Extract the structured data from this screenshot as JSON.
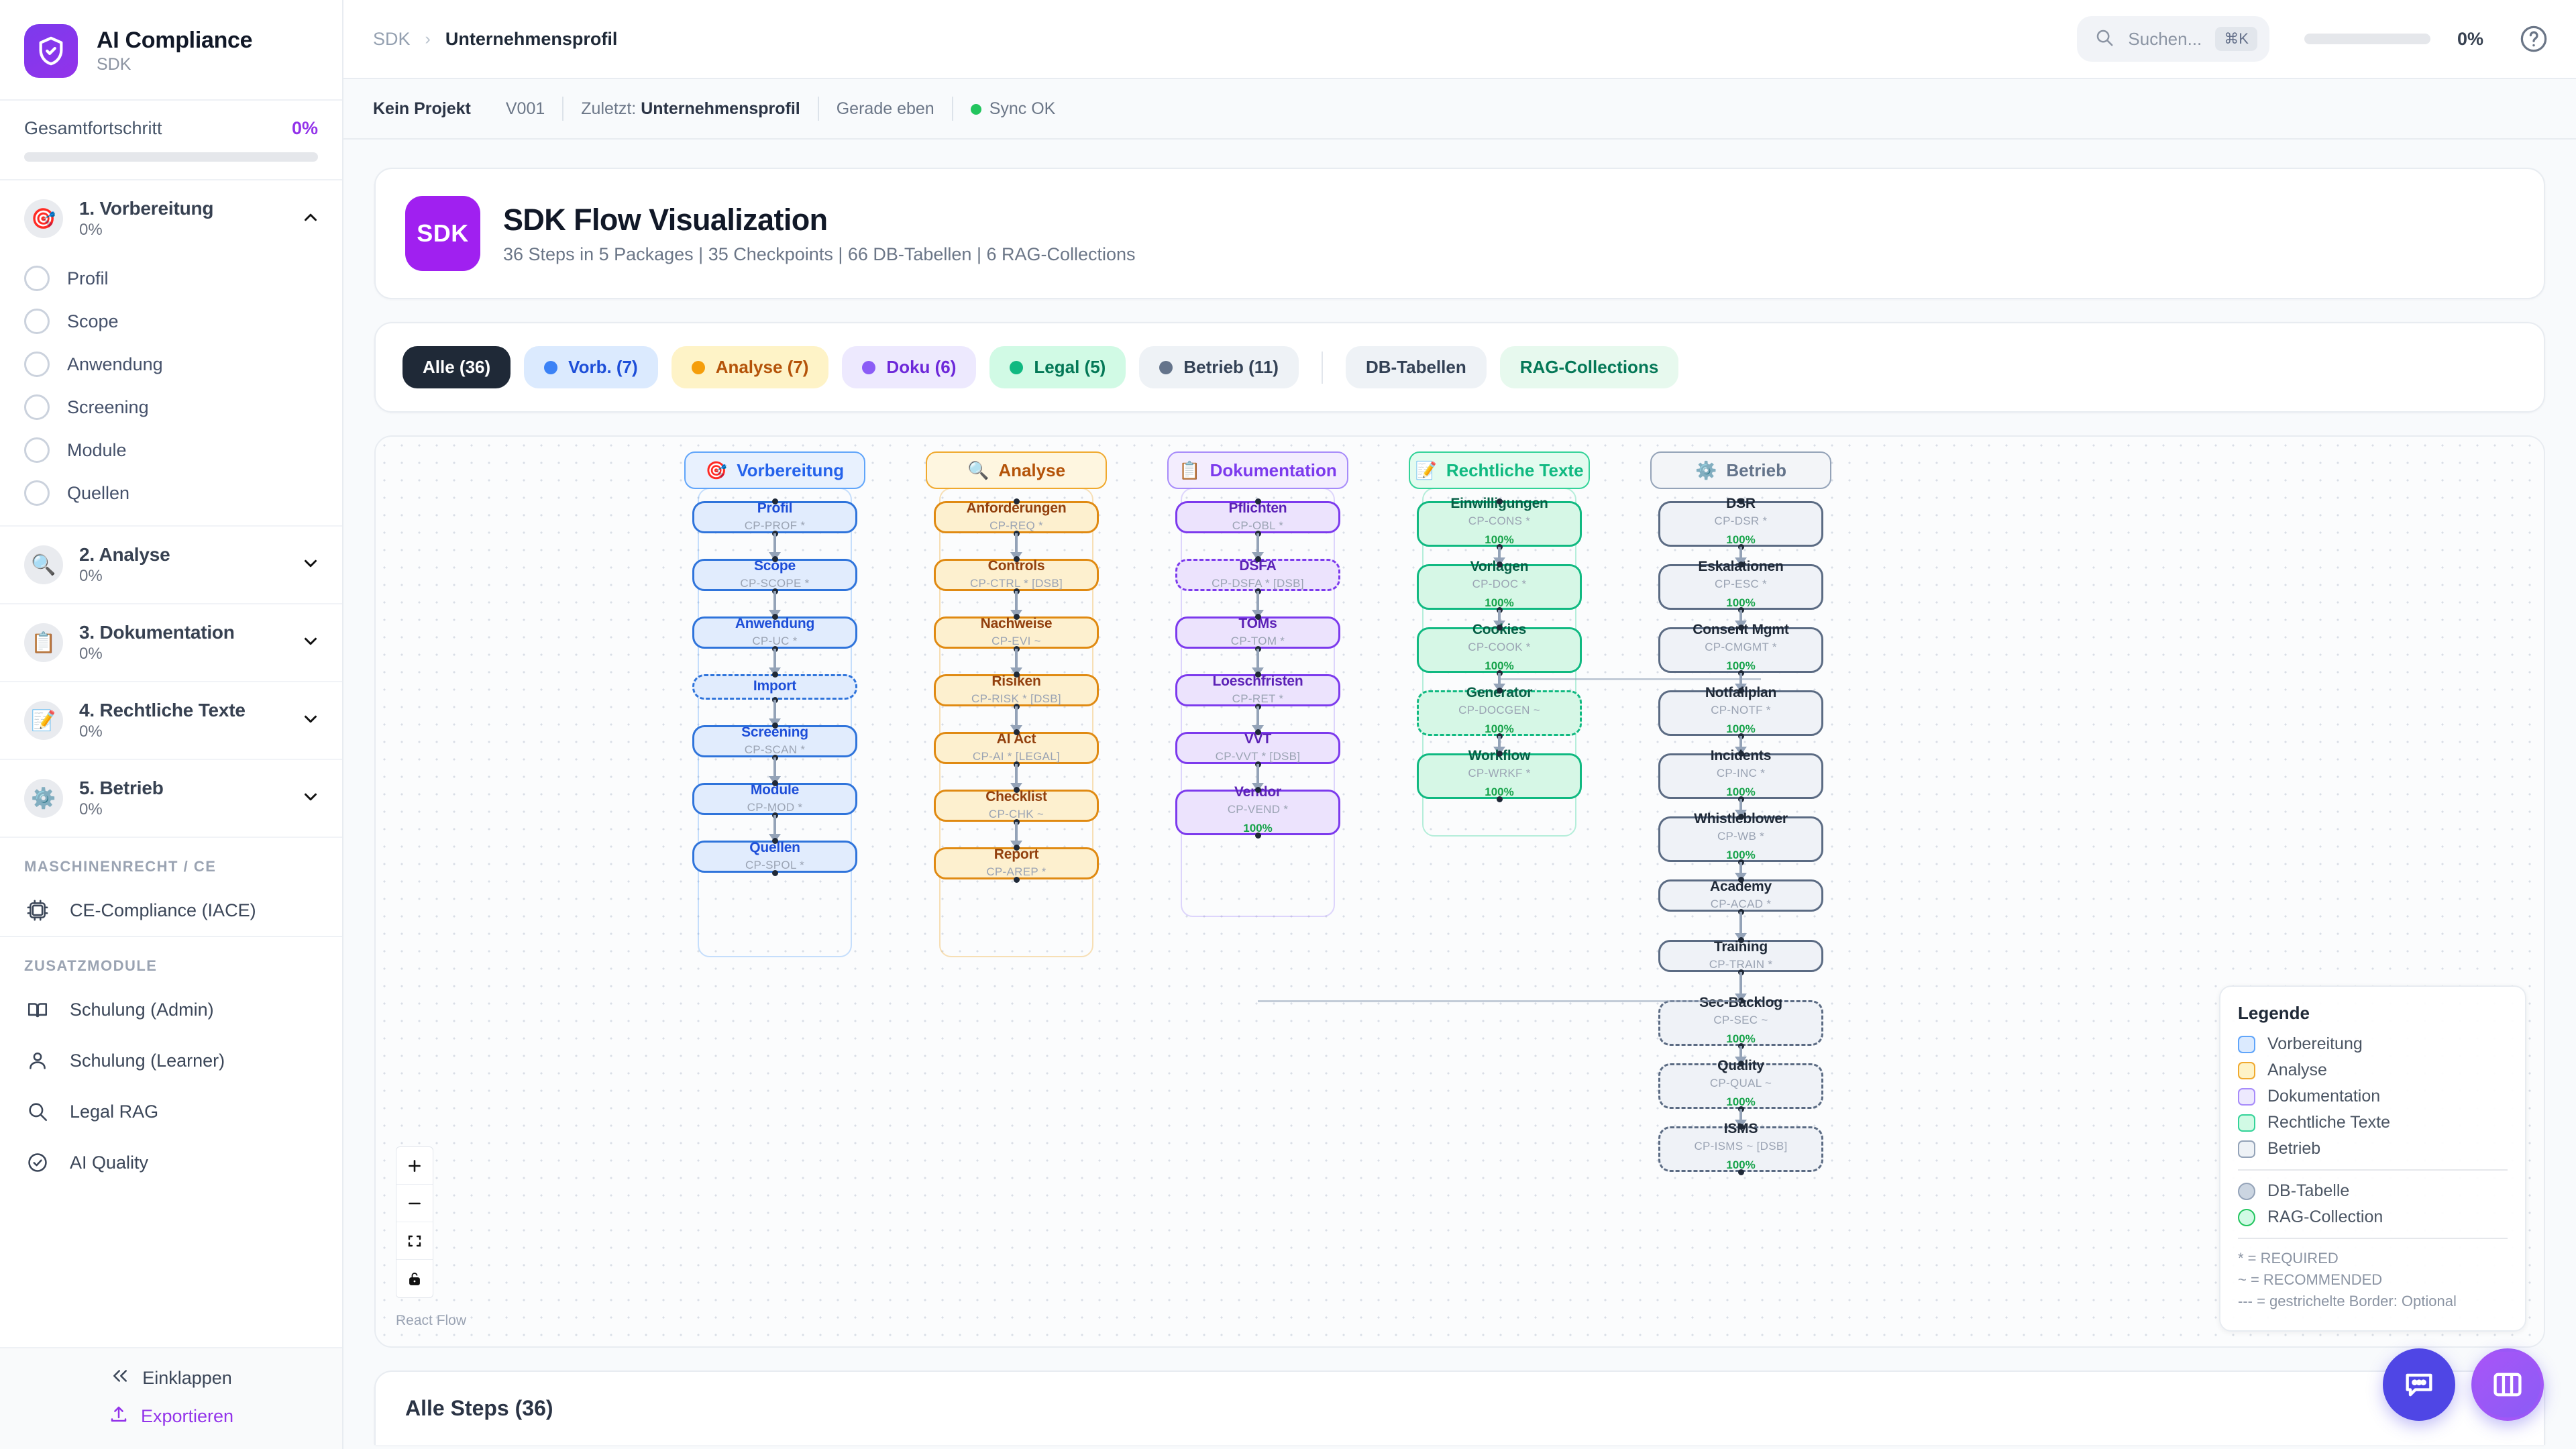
{
  "brand": {
    "title": "AI Compliance",
    "subtitle": "SDK",
    "logo_icon": "shield-check-icon",
    "accent": "#9333ea"
  },
  "progress": {
    "label": "Gesamtfortschritt",
    "value": "0%",
    "fill_pct": 0
  },
  "sidebar": {
    "sections": [
      {
        "num_title": "1. Vorbereitung",
        "pct": "0%",
        "emoji": "🎯",
        "expanded": true,
        "items": [
          "Profil",
          "Scope",
          "Anwendung",
          "Screening",
          "Module",
          "Quellen"
        ]
      },
      {
        "num_title": "2. Analyse",
        "pct": "0%",
        "emoji": "🔍",
        "expanded": false,
        "items": []
      },
      {
        "num_title": "3. Dokumentation",
        "pct": "0%",
        "emoji": "📋",
        "expanded": false,
        "items": []
      },
      {
        "num_title": "4. Rechtliche Texte",
        "pct": "0%",
        "emoji": "📝",
        "expanded": false,
        "items": []
      },
      {
        "num_title": "5. Betrieb",
        "pct": "0%",
        "emoji": "⚙️",
        "expanded": false,
        "items": []
      }
    ],
    "caption_machine": "MASCHINENRECHT / CE",
    "machine_items": [
      {
        "label": "CE-Compliance (IACE)",
        "icon": "chip-icon"
      }
    ],
    "caption_extra": "ZUSATZMODULE",
    "extra_items": [
      {
        "label": "Schulung (Admin)",
        "icon": "book-icon"
      },
      {
        "label": "Schulung (Learner)",
        "icon": "user-icon"
      },
      {
        "label": "Legal RAG",
        "icon": "search-icon"
      },
      {
        "label": "AI Quality",
        "icon": "check-circle-icon"
      }
    ],
    "collapse_label": "Einklappen",
    "export_label": "Exportieren"
  },
  "topbar": {
    "breadcrumb_root": "SDK",
    "breadcrumb_sep": "›",
    "breadcrumb_current": "Unternehmensprofil",
    "search_placeholder": "Suchen...",
    "search_kbd": "⌘K",
    "progress_value": "0%",
    "progress_fill": 0
  },
  "metabar": {
    "project": "Kein Projekt",
    "version": "V001",
    "last_label": "Zuletzt:",
    "last_value": "Unternehmensprofil",
    "time": "Gerade eben",
    "sync": "Sync OK",
    "sync_color": "#22c55e"
  },
  "hero": {
    "badge": "SDK",
    "title": "SDK Flow Visualization",
    "subtitle": "36 Steps in 5 Packages | 35 Checkpoints | 66 DB-Tabellen | 6 RAG-Collections"
  },
  "filters": [
    {
      "label": "Alle (36)",
      "dot": null,
      "bg": "#1f2937",
      "fg": "#ffffff",
      "active": true
    },
    {
      "label": "Vorb. (7)",
      "dot": "#3b82f6",
      "bg": "#dbeafe",
      "fg": "#1d4ed8",
      "active": false
    },
    {
      "label": "Analyse (7)",
      "dot": "#f59e0b",
      "bg": "#fef3c7",
      "fg": "#b45309",
      "active": false
    },
    {
      "label": "Doku (6)",
      "dot": "#8b5cf6",
      "bg": "#ede9fe",
      "fg": "#6d28d9",
      "active": false
    },
    {
      "label": "Legal (5)",
      "dot": "#10b981",
      "bg": "#d1fae5",
      "fg": "#047857",
      "active": false
    },
    {
      "label": "Betrieb (11)",
      "dot": "#64748b",
      "bg": "#eef2f6",
      "fg": "#334155",
      "active": false
    },
    {
      "label": "DB-Tabellen",
      "dot": null,
      "bg": "#eef2f6",
      "fg": "#334155",
      "active": false
    },
    {
      "label": "RAG-Collections",
      "dot": null,
      "bg": "#e7f9ee",
      "fg": "#047857",
      "active": false
    }
  ],
  "flow": {
    "columns": [
      {
        "label": "Vorbereitung",
        "emoji": "🎯",
        "bg": "#e8f1fe",
        "border": "#60a5fa",
        "fg": "#2563eb"
      },
      {
        "label": "Analyse",
        "emoji": "🔍",
        "bg": "#fef6e0",
        "border": "#f0a92e",
        "fg": "#b45309"
      },
      {
        "label": "Dokumentation",
        "emoji": "📋",
        "bg": "#f3edfe",
        "border": "#a78bfa",
        "fg": "#7c3aed"
      },
      {
        "label": "Rechtliche Texte",
        "emoji": "📝",
        "bg": "#e3fbef",
        "border": "#34d399",
        "fg": "#10b981"
      },
      {
        "label": "Betrieb",
        "emoji": "⚙️",
        "bg": "#f3f5f8",
        "border": "#94a3b8",
        "fg": "#64748b"
      }
    ],
    "nodes": {
      "vorbereitung": [
        {
          "title": "Profil",
          "code": "CP-PROF *",
          "pct": null,
          "dashed": false
        },
        {
          "title": "Scope",
          "code": "CP-SCOPE *",
          "pct": null,
          "dashed": false
        },
        {
          "title": "Anwendung",
          "code": "CP-UC *",
          "pct": null,
          "dashed": false
        },
        {
          "title": "Import",
          "code": "",
          "pct": null,
          "dashed": true
        },
        {
          "title": "Screening",
          "code": "CP-SCAN *",
          "pct": null,
          "dashed": false
        },
        {
          "title": "Module",
          "code": "CP-MOD *",
          "pct": null,
          "dashed": false
        },
        {
          "title": "Quellen",
          "code": "CP-SPOL *",
          "pct": null,
          "dashed": false
        }
      ],
      "analyse": [
        {
          "title": "Anforderungen",
          "code": "CP-REQ *",
          "pct": null,
          "dashed": false
        },
        {
          "title": "Controls",
          "code": "CP-CTRL * [DSB]",
          "pct": null,
          "dashed": false
        },
        {
          "title": "Nachweise",
          "code": "CP-EVI ~",
          "pct": null,
          "dashed": false
        },
        {
          "title": "Risiken",
          "code": "CP-RISK * [DSB]",
          "pct": null,
          "dashed": false
        },
        {
          "title": "AI Act",
          "code": "CP-AI * [LEGAL]",
          "pct": null,
          "dashed": false
        },
        {
          "title": "Checklist",
          "code": "CP-CHK ~",
          "pct": null,
          "dashed": false
        },
        {
          "title": "Report",
          "code": "CP-AREP *",
          "pct": null,
          "dashed": false
        }
      ],
      "dokumentation": [
        {
          "title": "Pflichten",
          "code": "CP-OBL *",
          "pct": null,
          "dashed": false
        },
        {
          "title": "DSFA",
          "code": "CP-DSFA * [DSB]",
          "pct": null,
          "dashed": true
        },
        {
          "title": "TOMs",
          "code": "CP-TOM *",
          "pct": null,
          "dashed": false
        },
        {
          "title": "Loeschfristen",
          "code": "CP-RET *",
          "pct": null,
          "dashed": false
        },
        {
          "title": "VVT",
          "code": "CP-VVT * [DSB]",
          "pct": null,
          "dashed": false
        },
        {
          "title": "Vendor",
          "code": "CP-VEND *",
          "pct": "100%",
          "dashed": false
        }
      ],
      "rechtliche_texte": [
        {
          "title": "Einwilligungen",
          "code": "CP-CONS *",
          "pct": "100%",
          "dashed": false
        },
        {
          "title": "Vorlagen",
          "code": "CP-DOC *",
          "pct": "100%",
          "dashed": false
        },
        {
          "title": "Cookies",
          "code": "CP-COOK *",
          "pct": "100%",
          "dashed": false
        },
        {
          "title": "Generator",
          "code": "CP-DOCGEN ~",
          "pct": "100%",
          "dashed": true
        },
        {
          "title": "Workflow",
          "code": "CP-WRKF *",
          "pct": "100%",
          "dashed": false
        }
      ],
      "betrieb": [
        {
          "title": "DSR",
          "code": "CP-DSR *",
          "pct": "100%",
          "dashed": false
        },
        {
          "title": "Eskalationen",
          "code": "CP-ESC *",
          "pct": "100%",
          "dashed": false
        },
        {
          "title": "Consent Mgmt",
          "code": "CP-CMGMT *",
          "pct": "100%",
          "dashed": false
        },
        {
          "title": "Notfallplan",
          "code": "CP-NOTF *",
          "pct": "100%",
          "dashed": false
        },
        {
          "title": "Incidents",
          "code": "CP-INC *",
          "pct": "100%",
          "dashed": false
        },
        {
          "title": "Whistleblower",
          "code": "CP-WB *",
          "pct": "100%",
          "dashed": false
        },
        {
          "title": "Academy",
          "code": "CP-ACAD *",
          "pct": null,
          "dashed": false
        },
        {
          "title": "Training",
          "code": "CP-TRAIN *",
          "pct": null,
          "dashed": false
        },
        {
          "title": "Sec-Backlog",
          "code": "CP-SEC ~",
          "pct": "100%",
          "dashed": true
        },
        {
          "title": "Quality",
          "code": "CP-QUAL ~",
          "pct": "100%",
          "dashed": true
        },
        {
          "title": "ISMS",
          "code": "CP-ISMS ~ [DSB]",
          "pct": "100%",
          "dashed": true
        }
      ]
    },
    "legend": {
      "title": "Legende",
      "categories": [
        {
          "label": "Vorbereitung",
          "bg": "#dbeafe",
          "border": "#60a5fa"
        },
        {
          "label": "Analyse",
          "bg": "#fef3c7",
          "border": "#f0a92e"
        },
        {
          "label": "Dokumentation",
          "bg": "#ede9fe",
          "border": "#a78bfa"
        },
        {
          "label": "Rechtliche Texte",
          "bg": "#d1fae5",
          "border": "#34d399"
        },
        {
          "label": "Betrieb",
          "bg": "#eef2f6",
          "border": "#94a3b8"
        }
      ],
      "resources": [
        {
          "label": "DB-Tabelle",
          "bg": "#cbd5e1",
          "border": "#94a3b8"
        },
        {
          "label": "RAG-Collection",
          "bg": "#d1fae5",
          "border": "#22c55e"
        }
      ],
      "notes": [
        "* = REQUIRED",
        "~ = RECOMMENDED",
        "--- = gestrichelte Border: Optional"
      ]
    },
    "zoom_controls": [
      "zoom-in-icon",
      "zoom-out-icon",
      "fit-view-icon",
      "lock-icon"
    ],
    "attribution": "React Flow"
  },
  "bottom": {
    "title": "Alle Steps (36)"
  },
  "fabs": [
    {
      "name": "chat-fab",
      "icon": "chat-bubble-icon"
    },
    {
      "name": "panel-fab",
      "icon": "columns-icon"
    }
  ]
}
